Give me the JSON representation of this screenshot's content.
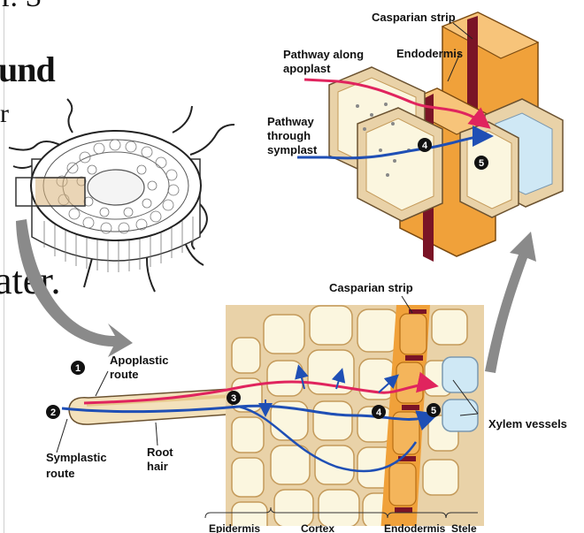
{
  "slide": {
    "top_fragment": "r. S",
    "bound_fragment": "und",
    "tick_fragment": "r",
    "water_fragment": "ater."
  },
  "colors": {
    "apoplast_path": "#e0245e",
    "symplast_path": "#1f4fb5",
    "casparian_strip": "#7a1426",
    "endodermis": "#f0a13a",
    "cell_wall": "#e9d2a8",
    "cell_fill": "#fbf6df",
    "xylem": "#cfe8f5",
    "arrow_gray": "#8a8a8a"
  },
  "labels": {
    "casparian_strip_top": "Casparian strip",
    "endodermis_top": "Endodermis",
    "pathway_apoplast_1": "Pathway along",
    "pathway_apoplast_2": "apoplast",
    "pathway_symplast_1": "Pathway",
    "pathway_symplast_2": "through",
    "pathway_symplast_3": "symplast",
    "casparian_strip_bottom": "Casparian strip",
    "apoplastic_route_1": "Apoplastic",
    "apoplastic_route_2": "route",
    "symplastic_route_1": "Symplastic",
    "symplastic_route_2": "route",
    "root_hair_1": "Root",
    "root_hair_2": "hair",
    "xylem_vessels": "Xylem vessels"
  },
  "markers": {
    "m1": "1",
    "m2": "2",
    "m3": "3",
    "m4": "4",
    "m5": "5",
    "m4_top": "4",
    "m5_top": "5"
  },
  "regions": {
    "epidermis": "Epidermis",
    "cortex": "Cortex",
    "endodermis": "Endodermis",
    "stele": "Stele"
  }
}
